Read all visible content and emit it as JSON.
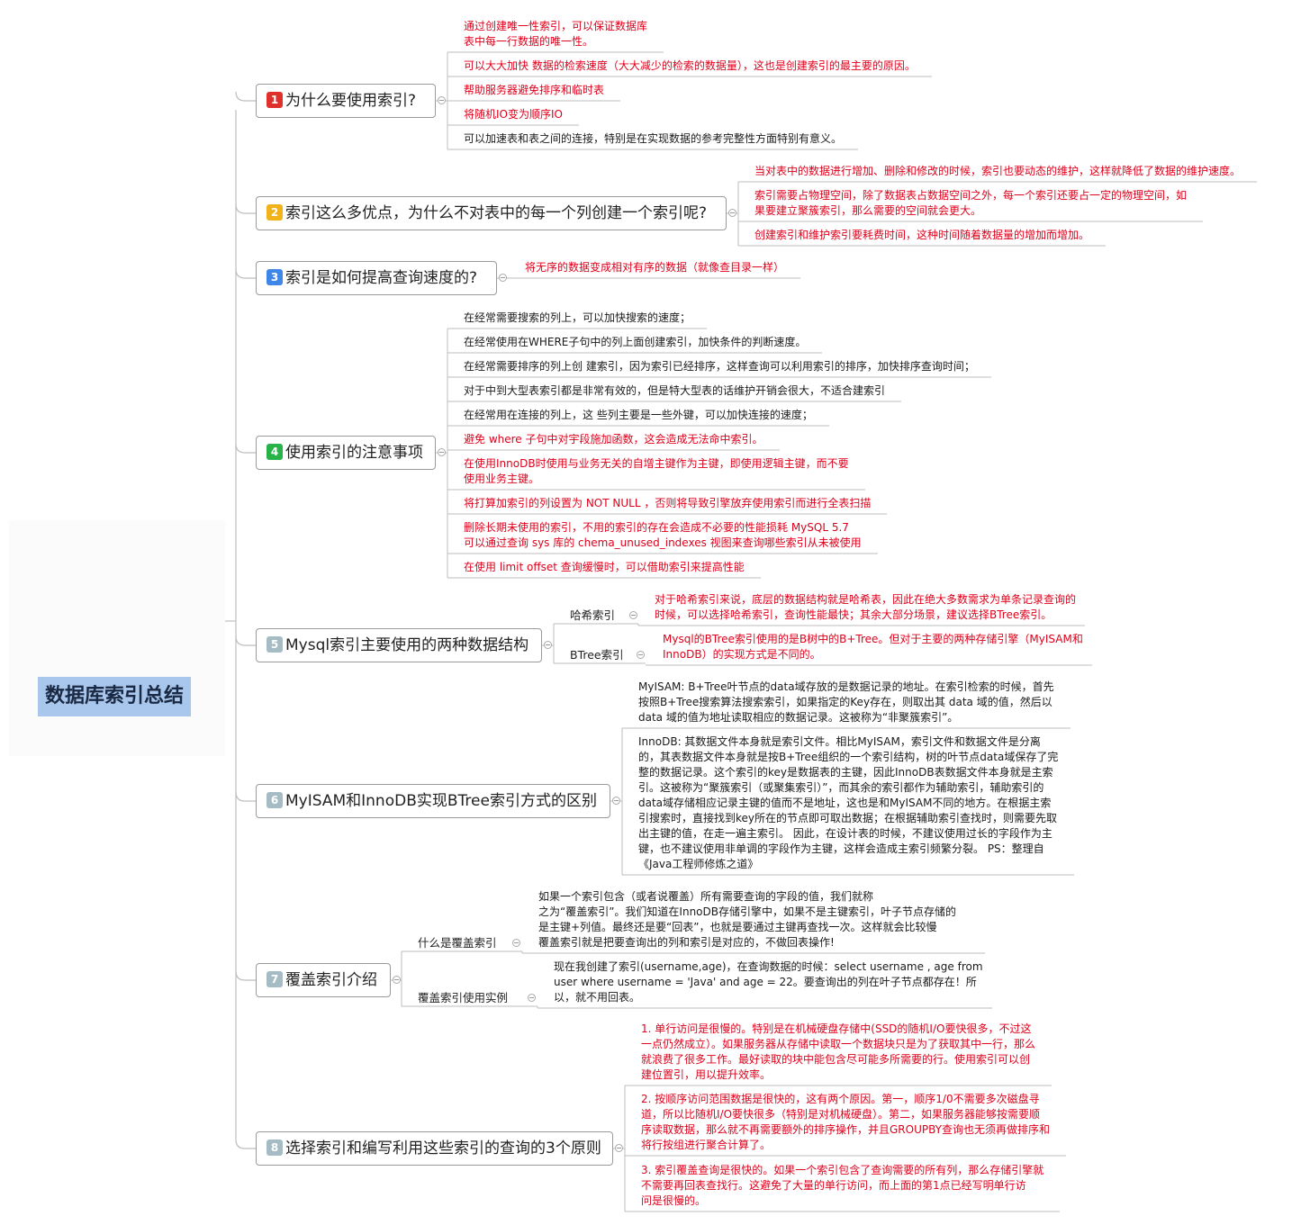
{
  "root": {
    "label": "数据库索引总结"
  },
  "colors": {
    "line": "#bdbdbd",
    "accent_red": "#e0001b",
    "num_1": "#e0302b",
    "num_2": "#f2b31a",
    "num_3": "#3f86e9",
    "num_4": "#27b24a",
    "num_other": "#a6bcc4",
    "root_fill": "#a9c7ec"
  },
  "topics": [
    {
      "num": "1",
      "label": "为什么要使用索引?",
      "leaves": [
        {
          "text": "通过创建唯一性索引，可以保证数据库\n表中每一行数据的唯一性。",
          "color": "red"
        },
        {
          "text": "可以大大加快 数据的检索速度（大大减少的检索的数据量），这也是创建索引的最主要的原因。",
          "color": "red"
        },
        {
          "text": "帮助服务器避免排序和临时表",
          "color": "red"
        },
        {
          "text": "将随机IO变为顺序IO",
          "color": "red"
        },
        {
          "text": "可以加速表和表之间的连接，特别是在实现数据的参考完整性方面特别有意义。",
          "color": "black"
        }
      ]
    },
    {
      "num": "2",
      "label": "索引这么多优点，为什么不对表中的每一个列创建一个索引呢?",
      "leaves": [
        {
          "text": "当对表中的数据进行增加、删除和修改的时候，索引也要动态的维护，这样就降低了数据的维护速度。",
          "color": "red"
        },
        {
          "text": "索引需要占物理空间，除了数据表占数据空间之外，每一个索引还要占一定的物理空间，如\n果要建立聚簇索引，那么需要的空间就会更大。",
          "color": "red"
        },
        {
          "text": "创建索引和维护索引要耗费时间，这种时间随着数据量的增加而增加。",
          "color": "red"
        }
      ]
    },
    {
      "num": "3",
      "label": "索引是如何提高查询速度的?",
      "leaves": [
        {
          "text": "将无序的数据变成相对有序的数据（就像查目录一样）",
          "color": "red"
        }
      ]
    },
    {
      "num": "4",
      "label": "使用索引的注意事项",
      "leaves": [
        {
          "text": "在经常需要搜索的列上，可以加快搜索的速度；",
          "color": "black"
        },
        {
          "text": "在经常使用在WHERE子句中的列上面创建索引，加快条件的判断速度。",
          "color": "black"
        },
        {
          "text": "在经常需要排序的列上创 建索引，因为索引已经排序，这样查询可以利用索引的排序，加快排序查询时间；",
          "color": "black"
        },
        {
          "text": "对于中到大型表索引都是非常有效的，但是特大型表的话维护开销会很大，不适合建索引",
          "color": "black"
        },
        {
          "text": "在经常用在连接的列上，这 些列主要是一些外键，可以加快连接的速度；",
          "color": "black"
        },
        {
          "text": "避免 where 子句中对宇段施加函数，这会造成无法命中索引。",
          "color": "red"
        },
        {
          "text": "在使用InnoDB时使用与业务无关的自增主键作为主键，即使用逻辑主键，而不要\n使用业务主键。",
          "color": "red"
        },
        {
          "text": "将打算加索引的列设置为 NOT NULL ，否则将导致引擎放弃使用索引而进行全表扫描",
          "color": "red"
        },
        {
          "text": "删除长期未使用的索引，不用的索引的存在会造成不必要的性能损耗 MySQL 5.7\n可以通过查询 sys 库的 chema_unused_indexes 视图来查询哪些索引从未被使用",
          "color": "red"
        },
        {
          "text": "在使用 limit offset 查询缓慢时，可以借助索引来提高性能",
          "color": "red"
        }
      ]
    },
    {
      "num": "5",
      "label": "Mysql索引主要使用的两种数据结构",
      "subs": [
        {
          "label": "哈希索引",
          "leaf": {
            "text": "对于哈希索引来说，底层的数据结构就是哈希表，因此在绝大多数需求为单条记录查询的\n时候，可以选择哈希索引，查询性能最快；其余大部分场景，建议选择BTree索引。",
            "color": "red"
          }
        },
        {
          "label": "BTree索引",
          "leaf": {
            "text": "Mysql的BTree索引使用的是B树中的B+Tree。但对于主要的两种存储引擎（MyISAM和\nInnoDB）的实现方式是不同的。",
            "color": "red"
          }
        }
      ]
    },
    {
      "num": "6",
      "label": "MyISAM和InnoDB实现BTree索引方式的区别",
      "leaves": [
        {
          "text": " MyISAM: B+Tree叶节点的data域存放的是数据记录的地址。在索引检索的时候，首先\n按照B+Tree搜索算法搜索索引，如果指定的Key存在，则取出其 data 域的值，然后以\ndata 域的值为地址读取相应的数据记录。这被称为“非聚簇索引”。",
          "color": "black"
        },
        {
          "text": "InnoDB: 其数据文件本身就是索引文件。相比MyISAM，索引文件和数据文件是分离\n的，其表数据文件本身就是按B+Tree组织的一个索引结构，树的叶节点data域保存了完\n整的数据记录。这个索引的key是数据表的主键，因此InnoDB表数据文件本身就是主索\n引。这被称为“聚簇索引（或聚集索引）”，而其余的索引都作为辅助索引，辅助索引的\ndata域存储相应记录主键的值而不是地址，这也是和MyISAM不同的地方。在根据主索\n引搜索时，直接找到key所在的节点即可取出数据；在根据辅助索引查找时，则需要先取\n出主键的值，在走一遍主索引。 因此，在设计表的时候，不建议使用过长的字段作为主\n键，也不建议使用非单调的字段作为主键，这样会造成主索引频繁分裂。 PS：整理自\n《Java工程师修炼之道》",
          "color": "black"
        }
      ]
    },
    {
      "num": "7",
      "label": "覆盖索引介绍",
      "subs": [
        {
          "label": "什么是覆盖索引",
          "leaf": {
            "text": "如果一个索引包含（或者说覆盖）所有需要查询的字段的值，我们就称\n之为“覆盖索引”。我们知道在InnoDB存储引擎中，如果不是主键索引，叶子节点存储的\n是主键+列值。最终还是要“回表”，也就是要通过主键再查找一次。这样就会比较慢\n覆盖索引就是把要查询出的列和索引是对应的，不做回表操作!",
            "color": "black"
          }
        },
        {
          "label": "覆盖索引使用实例",
          "leaf": {
            "text": "现在我创建了索引(username,age)，在查询数据的时候：select username , age from\nuser where username = 'Java' and age = 22。要查询出的列在叶子节点都存在！所\n以，就不用回表。",
            "color": "black"
          }
        }
      ]
    },
    {
      "num": "8",
      "label": "选择索引和编写利用这些索引的查询的3个原则",
      "leaves": [
        {
          "text": "1. 单行访问是很慢的。特别是在机械硬盘存储中(SSD的随机I/O要快很多，不过这\n一点仍然成立）。如果服务器从存储中读取一个数据块只是为了获取其中一行，那么\n就浪费了很多工作。最好读取的块中能包含尽可能多所需要的行。使用索引可以创\n建位置引，用以提升效率。",
          "color": "red"
        },
        {
          "text": "2. 按顺序访问范围数据是很快的，这有两个原因。第一，顺序1/0不需要多次磁盘寻\n道，所以比随机I/O要快很多（特别是对机械硬盘）。第二，如果服务器能够按需要顺\n序读取数据，那么就不再需要额外的排序操作，并且GROUPBY查询也无须再做排序和\n将行按组进行聚合计算了。",
          "color": "red"
        },
        {
          "text": "3. 索引覆盖查询是很快的。如果一个索引包含了查询需要的所有列，那么存储引擎就\n不需要再回表查找行。这避免了大量的单行访问，而上面的第1点已经写明单行访\n问是很慢的。",
          "color": "red"
        }
      ]
    }
  ]
}
